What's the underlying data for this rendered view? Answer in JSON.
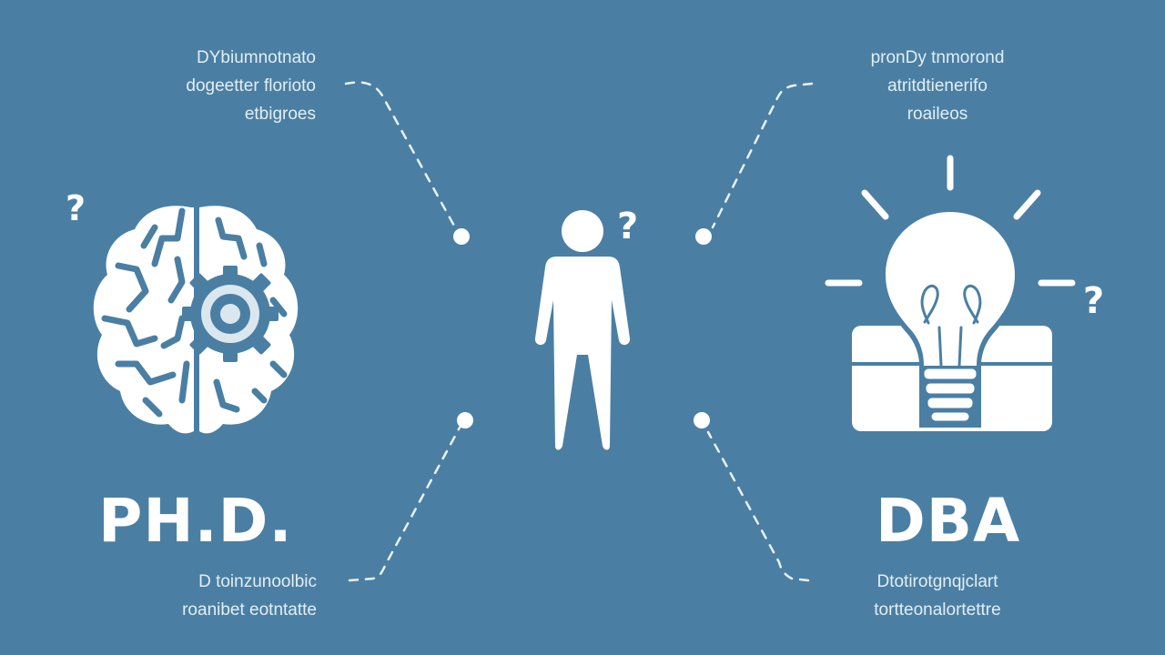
{
  "colors": {
    "background": "#4a7fa3",
    "foreground": "#ffffff",
    "caption_text": "#e3eef5"
  },
  "left": {
    "title": "PH.D.",
    "icon": "brain-gear-icon",
    "question_mark": "?",
    "top_caption": "DYbiumnotnato\ndogeetter florioto\netbigroes",
    "bottom_caption": "D toinzunoolbic\nroanibet eotntatte"
  },
  "center": {
    "icon": "person-icon",
    "question_mark": "?"
  },
  "right": {
    "title": "DBA",
    "icon": "lightbulb-briefcase-icon",
    "question_mark": "?",
    "top_caption": "pronDy tnmorond\natritdtienerifo\nroaileos",
    "bottom_caption": "Dtotirotgnqjclart\ntortteonalortettre"
  },
  "connectors": {
    "style": "dashed",
    "count": 4
  }
}
